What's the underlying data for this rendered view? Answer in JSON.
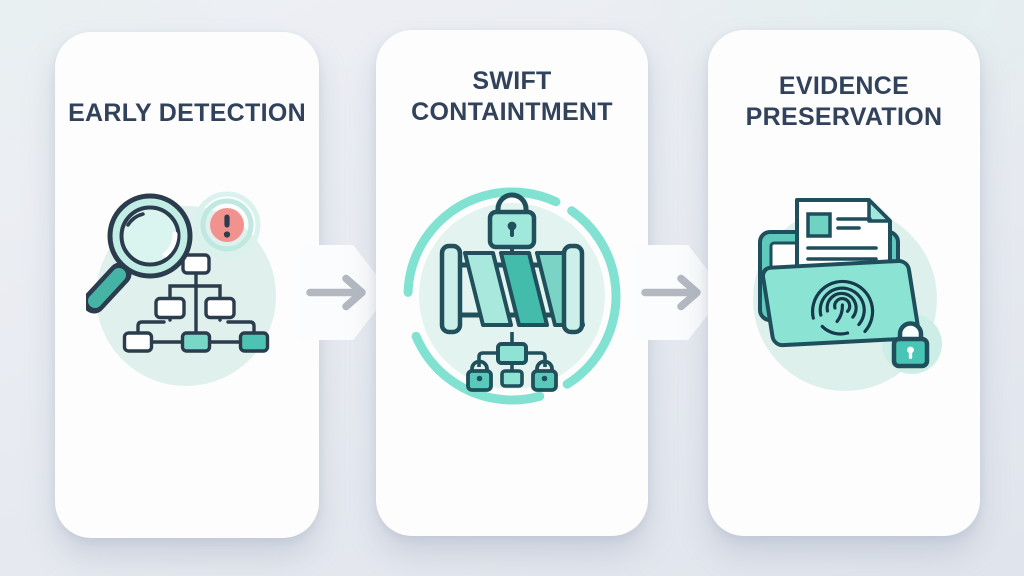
{
  "colors": {
    "page_bg": "#e8ebf1",
    "card_white": "#fdfdfe",
    "title_navy": "#31425a",
    "accent_teal": "#4cc3b4",
    "light_teal": "#9fe8db",
    "pale_circle_teal": "#e0f0ed",
    "outline_dark": "#234b5c",
    "alert_red": "#f2928e",
    "arrow_gray": "#b3b8c1"
  },
  "steps": [
    {
      "id": "early-detection",
      "title_lines": [
        "EARLY DETECTION"
      ],
      "icon": "magnifier-hierarchy-alert-icon"
    },
    {
      "id": "swift-containment",
      "title_lines": [
        "SWIFT",
        "CONTAINTMENT"
      ],
      "icon": "barrier-locks-icon"
    },
    {
      "id": "evidence-preservation",
      "title_lines": [
        "EVIDENCE",
        "PRESERVATION"
      ],
      "icon": "folder-fingerprint-lock-icon"
    }
  ],
  "connectors": [
    {
      "icon": "arrow-right-icon"
    },
    {
      "icon": "arrow-right-icon"
    }
  ]
}
